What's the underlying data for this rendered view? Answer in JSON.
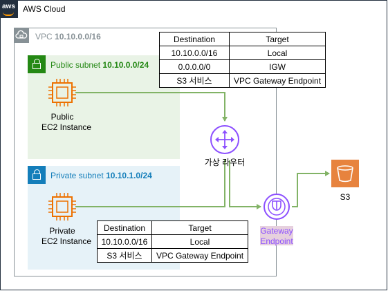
{
  "aws_cloud": {
    "logo_text": "aws",
    "label": "AWS Cloud"
  },
  "vpc": {
    "label": "VPC",
    "cidr": "10.10.0.0/16"
  },
  "public_subnet": {
    "label": "Public subnet",
    "cidr": "10.10.0.0/24",
    "instance_line1": "Public",
    "instance_line2": "EC2 Instance"
  },
  "private_subnet": {
    "label": "Private subnet",
    "cidr": "10.10.1.0/24",
    "instance_line1": "Private",
    "instance_line2": "EC2 Instance"
  },
  "router": {
    "label": "가상 라우터"
  },
  "gateway_endpoint": {
    "line1": "Gateway",
    "line2": "Endpoint"
  },
  "s3": {
    "label": "S3"
  },
  "public_route_table": {
    "headers": [
      "Destination",
      "Target"
    ],
    "rows": [
      [
        "10.10.0.0/16",
        "Local"
      ],
      [
        "0.0.0.0/0",
        "IGW"
      ],
      [
        "S3 서비스",
        "VPC Gateway Endpoint"
      ]
    ]
  },
  "private_route_table": {
    "headers": [
      "Destination",
      "Target"
    ],
    "rows": [
      [
        "10.10.0.0/16",
        "Local"
      ],
      [
        "S3 서비스",
        "VPC Gateway Endpoint"
      ]
    ]
  },
  "colors": {
    "aws_dark": "#232f3e",
    "ec2_orange": "#ed7100",
    "router_purple": "#8c4fff",
    "connector_green": "#82b366",
    "public_subnet_green": "#248814",
    "private_subnet_blue": "#147eba"
  }
}
